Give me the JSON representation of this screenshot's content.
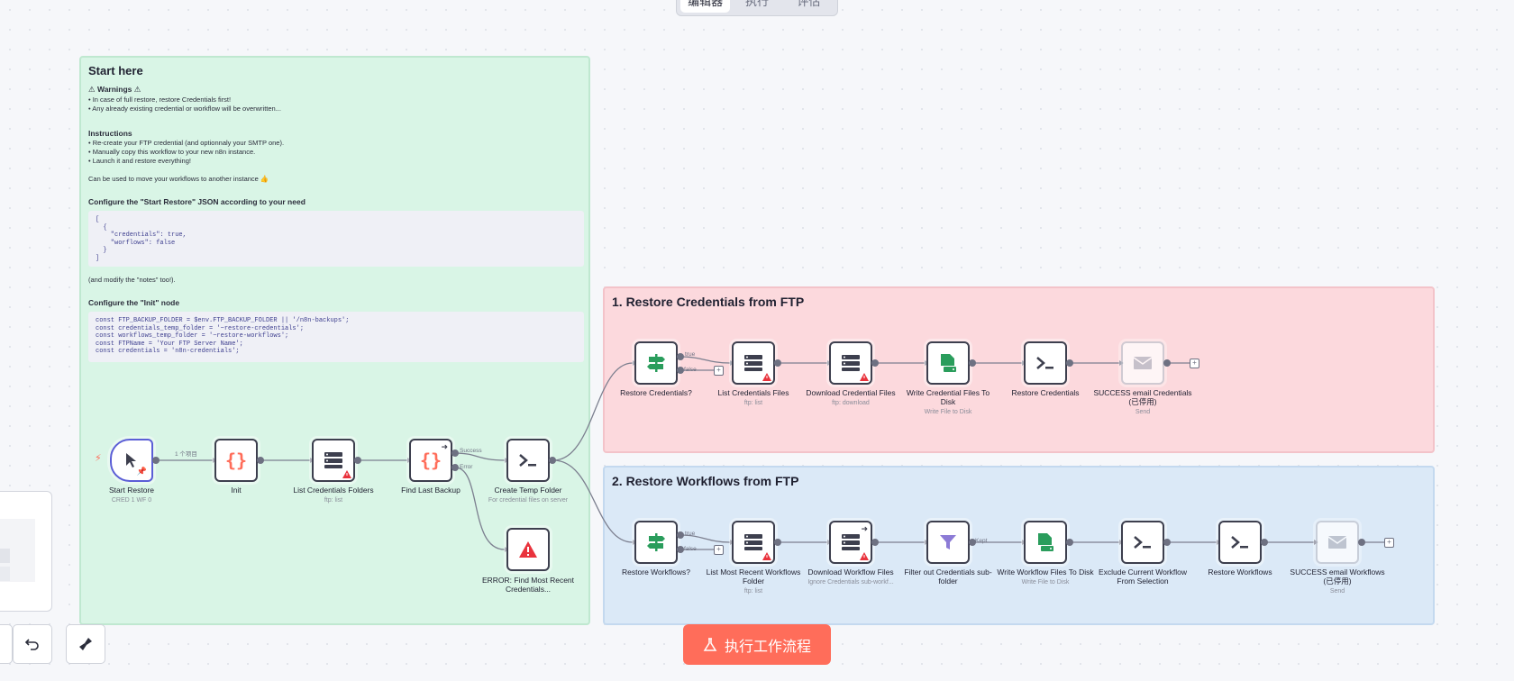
{
  "tabs": [
    "编辑器",
    "执行",
    "评估"
  ],
  "notes": {
    "start": {
      "title": "Start here",
      "warnings_title": "⚠ Warnings ⚠",
      "warnings": [
        "• In case of full restore, restore Credentials first!",
        "• Any already existing credential or workflow will be overwritten..."
      ],
      "instructions_title": "Instructions",
      "instructions": [
        "• Re-create your FTP credential (and optionnaly your SMTP one).",
        "• Manually copy this workflow to your new n8n instance.",
        "• Launch it and restore everything!"
      ],
      "move_text": "Can be used to move your workflows to another instance 👍",
      "configure_start_title": "Configure the \"Start Restore\" JSON according to your need",
      "start_json": "[\n  {\n    \"credentials\": true,\n    \"worflows\": false\n  }\n]",
      "modify_notes": "(and modify the \"notes\" too!).",
      "configure_init_title": "Configure the \"Init\" node",
      "init_code": "const FTP_BACKUP_FOLDER = $env.FTP_BACKUP_FOLDER || '/n8n-backups';\nconst credentials_temp_folder = '~restore-credentials';\nconst workflows_temp_folder = '~restore-workflows';\nconst FTPName = 'Your FTP Server Name';\nconst credentials = 'n8n-credentials';"
    },
    "credentials": {
      "title": "1. Restore Credentials from FTP"
    },
    "workflows": {
      "title": "2. Restore Workflows from FTP"
    }
  },
  "nodes": {
    "start_restore": {
      "label": "Start Restore",
      "sub": "CRED 1 WF 0"
    },
    "init": {
      "label": "Init",
      "sub": ""
    },
    "list_credentials_folders": {
      "label": "List Credentials Folders",
      "sub": "ftp: list"
    },
    "find_last_backup": {
      "label": "Find Last Backup",
      "sub": ""
    },
    "create_temp_folder": {
      "label": "Create Temp Folder",
      "sub": "For credential files on server"
    },
    "error_node": {
      "label": "ERROR: Find Most Recent Credentials...",
      "sub": ""
    },
    "restore_credentials_if": {
      "label": "Restore Credentials?",
      "sub": ""
    },
    "list_credentials_files": {
      "label": "List Credentials Files",
      "sub": "ftp: list"
    },
    "download_credential_files": {
      "label": "Download Credential Files",
      "sub": "ftp: download"
    },
    "write_credential_files": {
      "label": "Write Credential Files To Disk",
      "sub": "Write File to Disk"
    },
    "restore_credentials_cmd": {
      "label": "Restore Credentials",
      "sub": ""
    },
    "success_email_credentials": {
      "label": "SUCCESS email Credentials (已停用)",
      "sub": "Send"
    },
    "restore_workflows_if": {
      "label": "Restore Workflows?",
      "sub": ""
    },
    "list_recent_workflows_folder": {
      "label": "List Most Recent Workflows Folder",
      "sub": "ftp: list"
    },
    "download_workflow_files": {
      "label": "Download Workflow Files",
      "sub": "Ignore Credentials sub-workf..."
    },
    "filter_credentials": {
      "label": "Filter out Credentials sub-folder",
      "sub": ""
    },
    "write_workflow_files": {
      "label": "Write Workflow Files To Disk",
      "sub": "Write File to Disk"
    },
    "exclude_current_workflow": {
      "label": "Exclude Current Workflow From Selection",
      "sub": ""
    },
    "restore_workflows_cmd": {
      "label": "Restore Workflows",
      "sub": ""
    },
    "success_email_workflows": {
      "label": "SUCCESS email Workflows (已停用)",
      "sub": "Send"
    }
  },
  "edge_labels": {
    "items": "1 个项目",
    "success": "Success",
    "error": "Error",
    "true1": "true",
    "false1": "false",
    "true2": "true",
    "false2": "false",
    "kept": "Kept"
  },
  "execute_button": "执行工作流程",
  "colors": {
    "accent": "#ff6d5a",
    "green_note": "#d9f5e6",
    "red_note": "#fcd9dd",
    "blue_note": "#dbe9f7"
  }
}
